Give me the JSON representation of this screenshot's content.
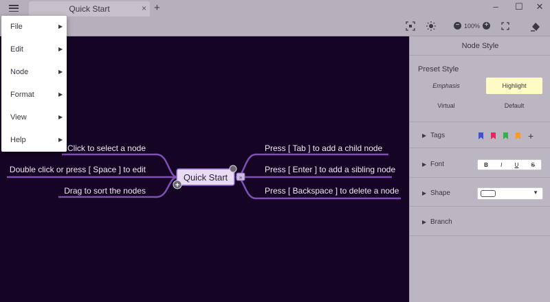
{
  "tab": {
    "title": "Quick Start",
    "close": "×",
    "add": "+"
  },
  "window_controls": {
    "minimize": "–",
    "maximize": "☐",
    "close": "✕"
  },
  "toolbar": {
    "zoom_label": "100%"
  },
  "menu": [
    {
      "label": "File"
    },
    {
      "label": "Edit"
    },
    {
      "label": "Node"
    },
    {
      "label": "Format"
    },
    {
      "label": "View"
    },
    {
      "label": "Help"
    }
  ],
  "mindmap": {
    "root": "Quick Start",
    "left_nodes": [
      "Click to select a node",
      "Double click or press [ Space ] to edit",
      "Drag to sort the nodes"
    ],
    "right_nodes": [
      "Press [ Tab ] to add a child node",
      "Press [ Enter ] to add a sibling node",
      "Press [ Backspace ] to delete a node"
    ],
    "colors": {
      "background": "#150424",
      "branch": "#7e50b6",
      "root_fill": "#e8dcf5",
      "text": "#f0e8f8"
    }
  },
  "panel": {
    "title": "Node Style",
    "preset_label": "Preset Style",
    "presets": {
      "emphasis": "Emphasis",
      "highlight": "Highlight",
      "virtual": "Virtual",
      "default": "Default"
    },
    "highlight_color": "#fffbc4",
    "tags_label": "Tags",
    "tag_colors": [
      "#3f51d6",
      "#e8275f",
      "#35b04a",
      "#ff9a1f"
    ],
    "tag_add": "+",
    "font_label": "Font",
    "font_buttons": {
      "bold": "B",
      "italic": "I",
      "underline": "U",
      "strike": "S"
    },
    "shape_label": "Shape",
    "branch_label": "Branch"
  }
}
